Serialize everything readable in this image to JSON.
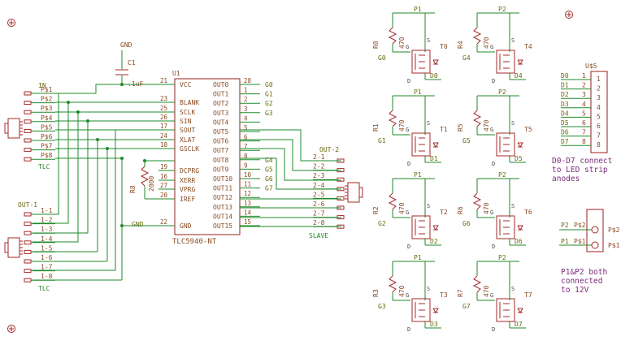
{
  "chip": {
    "name": "U1",
    "part": "TLC5940-NT",
    "left_pins": [
      {
        "name": "VCC",
        "num": "21"
      },
      {
        "name": "BLANK",
        "num": "23"
      },
      {
        "name": "SCLK",
        "num": "25"
      },
      {
        "name": "SIN",
        "num": "26"
      },
      {
        "name": "SOUT",
        "num": "17"
      },
      {
        "name": "XLAT",
        "num": "24"
      },
      {
        "name": "GSCLK",
        "num": "18"
      },
      {
        "name": "DCPRG",
        "num": "19"
      },
      {
        "name": "XERR",
        "num": "16"
      },
      {
        "name": "VPRG",
        "num": "27"
      },
      {
        "name": "IREF",
        "num": "20"
      },
      {
        "name": "GND",
        "num": "22"
      }
    ],
    "right_pins": [
      {
        "name": "OUT0",
        "num": "28"
      },
      {
        "name": "OUT1",
        "num": "1"
      },
      {
        "name": "OUT2",
        "num": "2"
      },
      {
        "name": "OUT3",
        "num": "3"
      },
      {
        "name": "OUT4",
        "num": "4"
      },
      {
        "name": "OUT5",
        "num": "5"
      },
      {
        "name": "OUT6",
        "num": "6"
      },
      {
        "name": "OUT7",
        "num": "7"
      },
      {
        "name": "OUT8",
        "num": "8"
      },
      {
        "name": "OUT9",
        "num": "9"
      },
      {
        "name": "OUT10",
        "num": "10"
      },
      {
        "name": "OUT11",
        "num": "11"
      },
      {
        "name": "OUT12",
        "num": "12"
      },
      {
        "name": "OUT13",
        "num": "13"
      },
      {
        "name": "OUT14",
        "num": "14"
      },
      {
        "name": "OUT15",
        "num": "15"
      }
    ],
    "gate_nets": [
      "G0",
      "G1",
      "G2",
      "G3",
      "G4",
      "G5",
      "G6",
      "G7"
    ]
  },
  "cap": {
    "name": "C1",
    "value": ".1uF",
    "gnd": "GND"
  },
  "gnd_label": "GND",
  "iref_res": {
    "name": "R8",
    "value": "2000"
  },
  "in_conn": {
    "title": "IN",
    "pins": [
      "P$1",
      "P$2",
      "P$3",
      "P$4",
      "P$5",
      "P$6",
      "P$7",
      "P$8"
    ],
    "footer": "TLC"
  },
  "out1_conn": {
    "title": "OUT-1",
    "pins": [
      "1-1",
      "1-2",
      "1-3",
      "1-4",
      "1-5",
      "1-6",
      "1-7",
      "1-8"
    ],
    "footer": "TLC"
  },
  "out2_conn": {
    "title": "OUT-2",
    "pins": [
      "2-1",
      "2-2",
      "2-3",
      "2-4",
      "2-5",
      "2-6",
      "2-7",
      "2-8"
    ],
    "footer": "SLAVE"
  },
  "mosfets": [
    {
      "rail": "P1",
      "res": "R0",
      "res_val": "470",
      "gate": "G0",
      "t": "T0",
      "drain": "D0"
    },
    {
      "rail": "P2",
      "res": "R4",
      "res_val": "470",
      "gate": "G4",
      "t": "T4",
      "drain": "D4"
    },
    {
      "rail": "P1",
      "res": "R1",
      "res_val": "470",
      "gate": "G1",
      "t": "T1",
      "drain": "D1"
    },
    {
      "rail": "P2",
      "res": "R5",
      "res_val": "470",
      "gate": "G5",
      "t": "T5",
      "drain": "D5"
    },
    {
      "rail": "P1",
      "res": "R2",
      "res_val": "470",
      "gate": "G2",
      "t": "T2",
      "drain": "D2"
    },
    {
      "rail": "P2",
      "res": "R6",
      "res_val": "470",
      "gate": "G6",
      "t": "T6",
      "drain": "D6"
    },
    {
      "rail": "P1",
      "res": "R3",
      "res_val": "470",
      "gate": "G3",
      "t": "T3",
      "drain": "D3"
    },
    {
      "rail": "P2",
      "res": "R7",
      "res_val": "470",
      "gate": "G7",
      "t": "T7",
      "drain": "D7"
    }
  ],
  "mosfet_pin_letters": {
    "g": "G",
    "s": "S",
    "d": "D"
  },
  "u5": {
    "name": "U$5",
    "nets": [
      "D0",
      "D1",
      "D2",
      "D3",
      "D4",
      "D5",
      "D6",
      "D7"
    ],
    "pins": [
      "1",
      "2",
      "3",
      "4",
      "5",
      "6",
      "7",
      "8"
    ],
    "note": [
      "D0-D7 connect",
      "to LED strip",
      "anodes"
    ]
  },
  "power": {
    "nets": [
      "P2",
      "P1"
    ],
    "pins": [
      "P$2",
      "P$1"
    ],
    "note": [
      "P1&P2 both",
      "connected",
      "to 12V"
    ]
  },
  "colors": {
    "wire": "#1f8a2a",
    "part": "#a52a2a",
    "label": "#8a4a24",
    "note": "#7a2a7a"
  }
}
